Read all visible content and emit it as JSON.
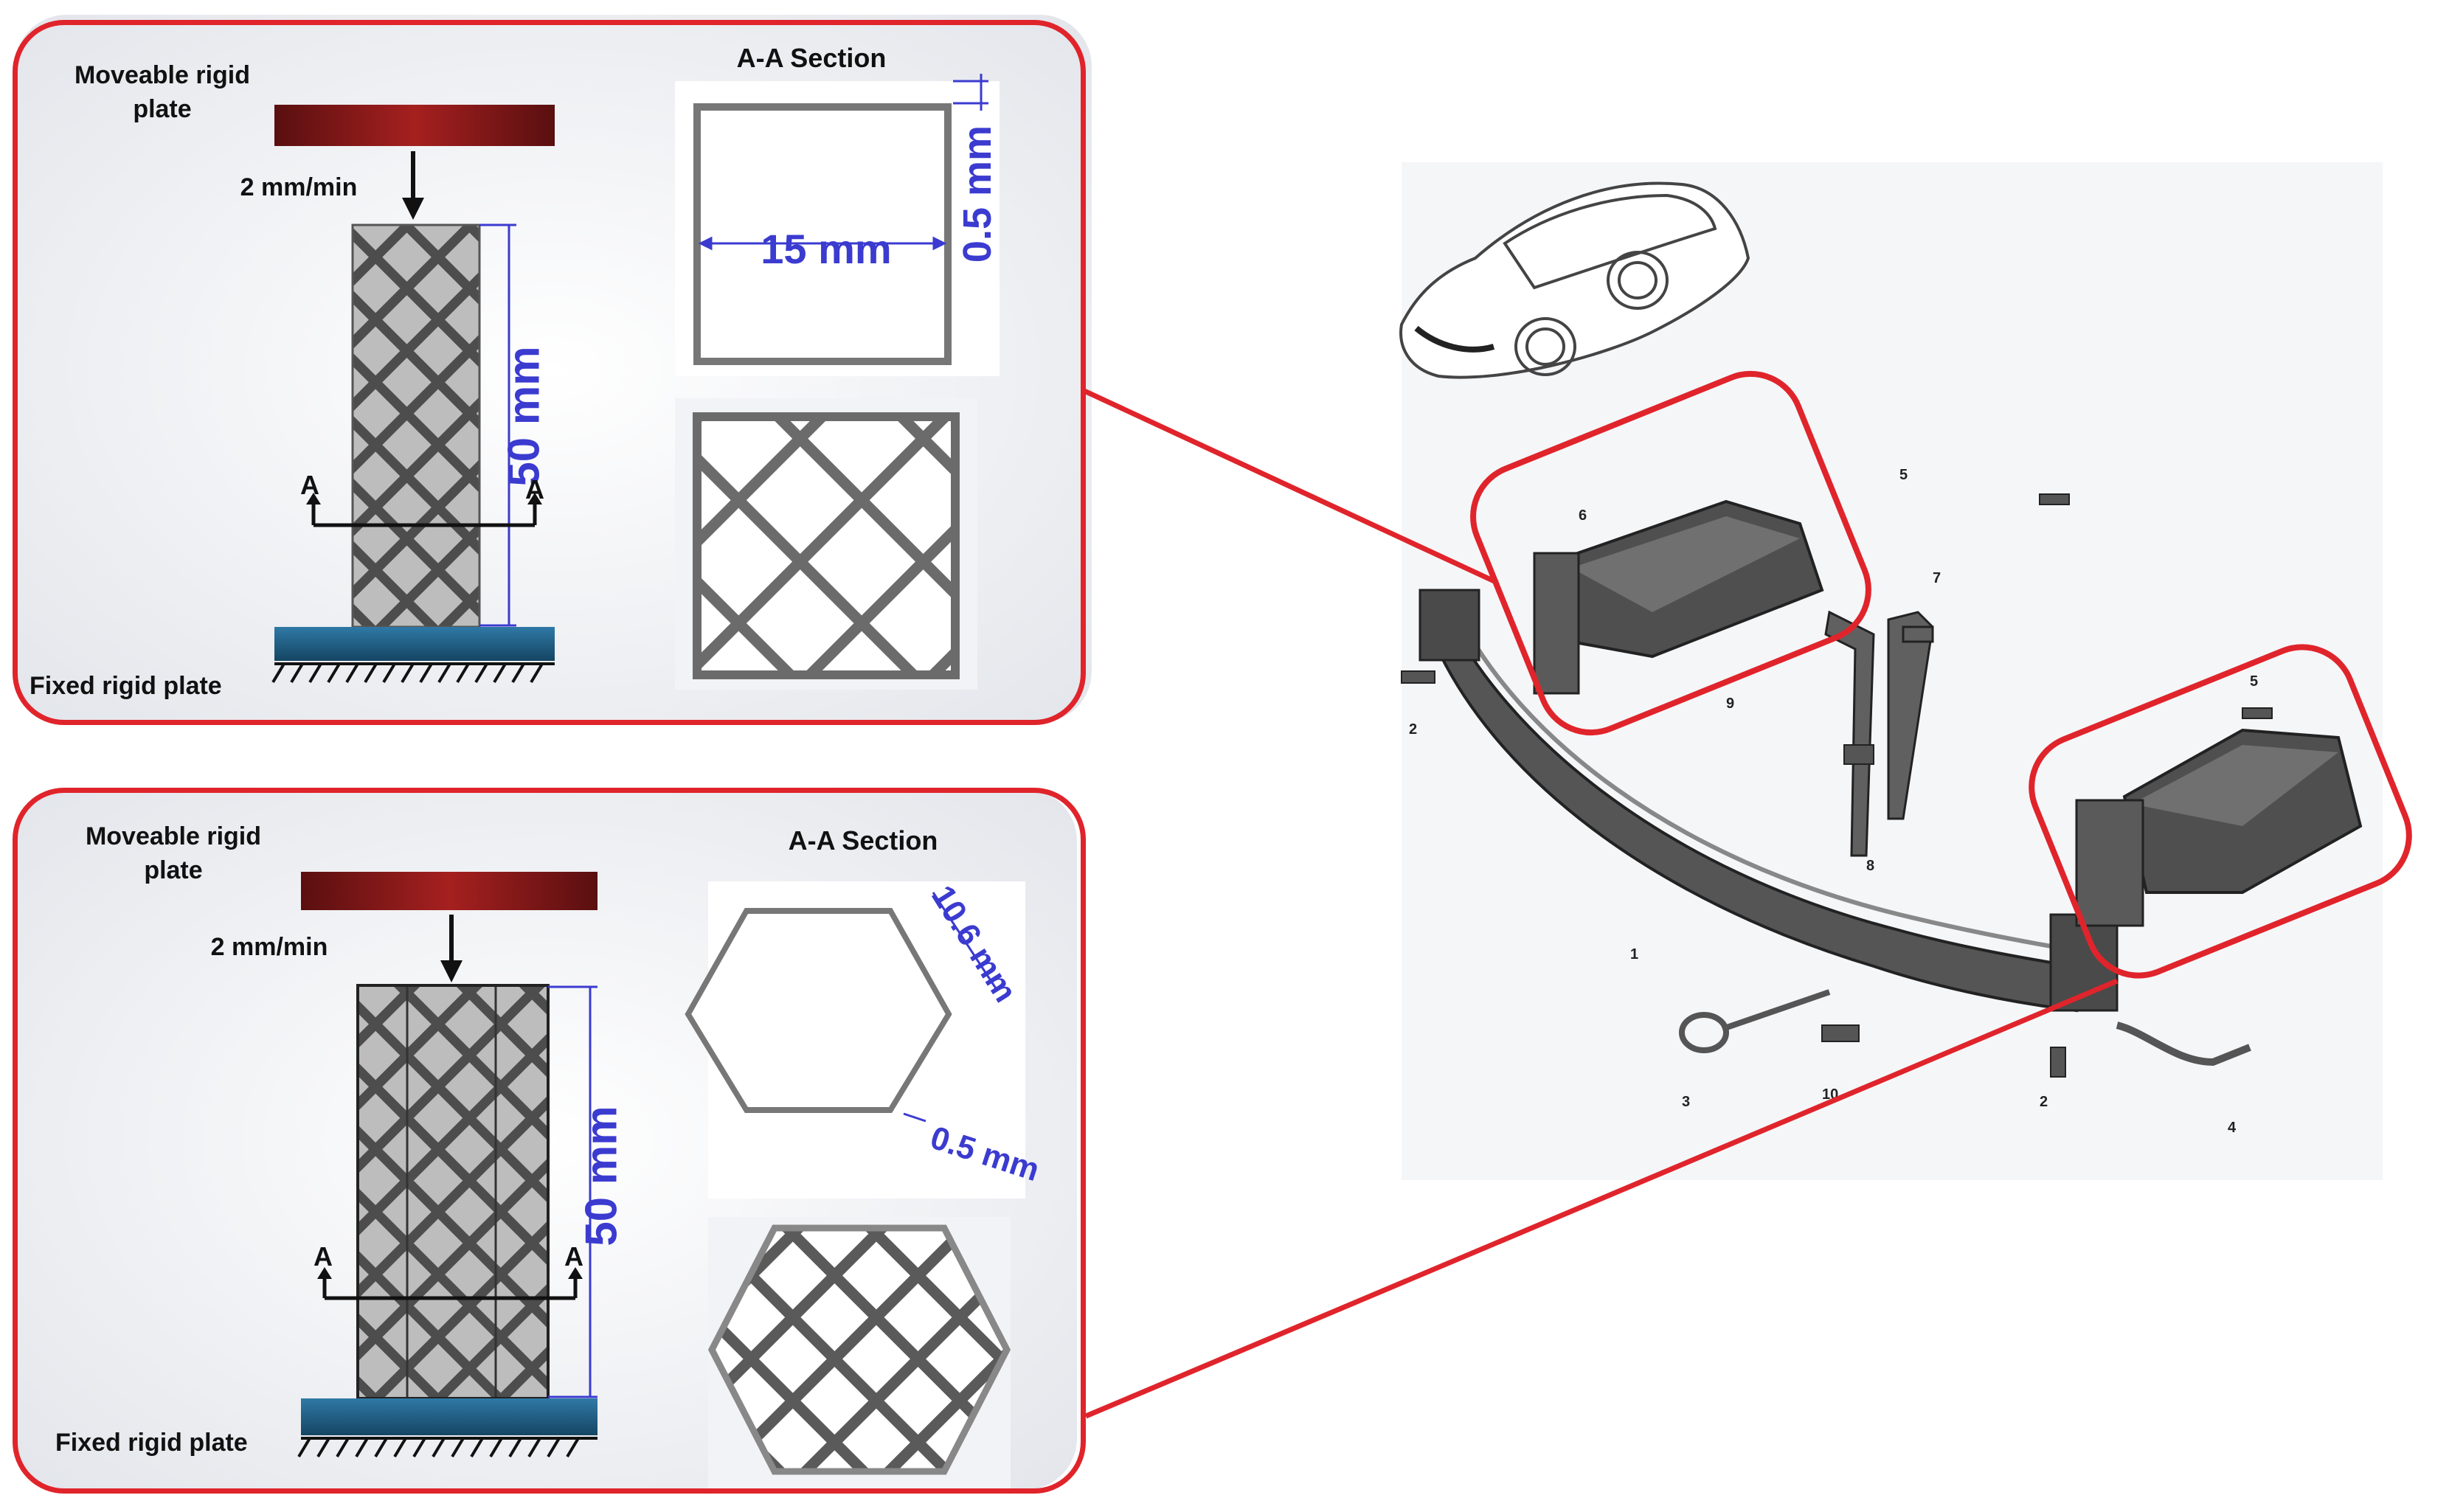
{
  "top_panel": {
    "moveable_label": "Moveable rigid\nplate",
    "speed_label": "2 mm/min",
    "height_label": "50 mm",
    "section_marker_left": "A",
    "section_marker_right": "A",
    "fixed_label": "Fixed rigid plate",
    "section_title": "A-A Section",
    "width_label": "15 mm",
    "thickness_label": "0.5 mm"
  },
  "bottom_panel": {
    "moveable_label": "Moveable rigid\nplate",
    "speed_label": "2 mm/min",
    "height_label": "50 mm",
    "section_marker_left": "A",
    "section_marker_right": "A",
    "fixed_label": "Fixed rigid plate",
    "section_title": "A-A Section",
    "side_label": "10.6 mm",
    "thickness_label": "0.5 mm"
  },
  "assembly": {
    "part_callouts": [
      "1",
      "2",
      "2",
      "3",
      "4",
      "5",
      "5",
      "6",
      "7",
      "8",
      "9",
      "10"
    ]
  },
  "colors": {
    "highlight_red": "#e0242b",
    "moveable_plate": "#8a1a1a",
    "fixed_plate": "#1f5d86",
    "dimension_blue": "#3b3bd0",
    "lattice_grey": "#6b6b6b"
  }
}
